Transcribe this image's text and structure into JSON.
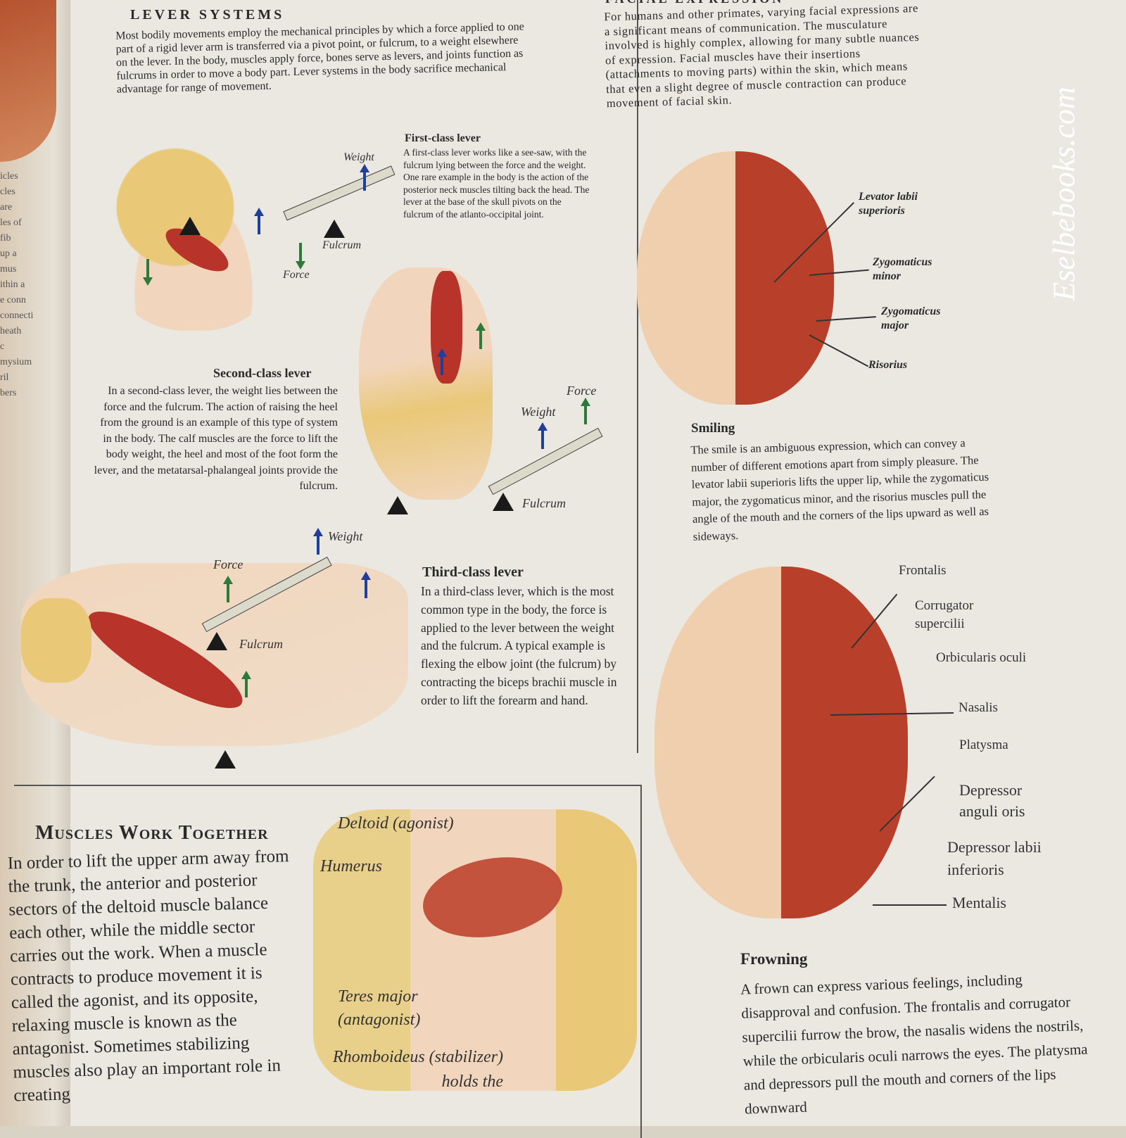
{
  "left_page": {
    "fragment_lines": [
      "icles",
      "cles are",
      "les of fib",
      "up a mus",
      "ithin a",
      "e conn",
      "connecti",
      "heath c",
      "mysium",
      "ril",
      "bers"
    ]
  },
  "lever_systems": {
    "title": "LEVER SYSTEMS",
    "intro": "Most bodily movements employ the mechanical principles by which a force applied to one part of a rigid lever arm is transferred via a pivot point, or fulcrum, to a weight elsewhere on the lever. In the body, muscles apply force, bones serve as levers, and joints function as fulcrums in order to move a body part. Lever systems in the body sacrifice mechanical advantage for range of movement.",
    "first_class": {
      "heading": "First-class lever",
      "text": "A first-class lever works like a see-saw, with the fulcrum lying between the force and the weight. One rare example in the body is the action of the posterior neck muscles tilting back the head. The lever at the base of the skull pivots on the fulcrum of the atlanto-occipital joint.",
      "labels": {
        "weight": "Weight",
        "fulcrum": "Fulcrum",
        "force": "Force"
      }
    },
    "second_class": {
      "heading": "Second-class lever",
      "text": "In a second-class lever, the weight lies between the force and the fulcrum. The action of raising the heel from the ground is an example of this type of system in the body. The calf muscles are the force to lift the body weight, the heel and most of the foot form the lever, and the metatarsal-phalangeal joints provide the fulcrum.",
      "labels": {
        "weight": "Weight",
        "fulcrum": "Fulcrum",
        "force": "Force"
      }
    },
    "third_class": {
      "heading": "Third-class lever",
      "text": "In a third-class lever, which is the most common type in the body, the force is applied to the lever between the weight and the fulcrum. A typical example is flexing the elbow joint (the fulcrum) by contracting the biceps brachii muscle in order to lift the forearm and hand.",
      "labels": {
        "weight": "Weight",
        "fulcrum": "Fulcrum",
        "force": "Force"
      }
    },
    "arrow_colors": {
      "weight": "#1f3f9a",
      "force": "#2e7a3a"
    }
  },
  "facial_expression": {
    "title": "FACIAL EXPRESSION",
    "intro": "For humans and other primates, varying facial expressions are a significant means of communication. The musculature involved is highly complex, allowing for many subtle nuances of expression. Facial muscles have their insertions (attachments to moving parts) within the skin, which means that even a slight degree of muscle contraction can produce movement of facial skin.",
    "smiling": {
      "heading": "Smiling",
      "text": "The smile is an ambiguous expression, which can convey a number of different emotions apart from simply pleasure. The levator labii superioris lifts the upper lip, while the zygomaticus major, the zygomaticus minor, and the risorius muscles pull the angle of the mouth and the corners of the lips upward as well as sideways.",
      "labels": [
        "Levator labii superioris",
        "Zygomaticus minor",
        "Zygomaticus major",
        "Risorius"
      ]
    },
    "frowning": {
      "heading": "Frowning",
      "text": "A frown can express various feelings, including disapproval and confusion. The frontalis and corrugator supercilii furrow the brow, the nasalis widens the nostrils, while the orbicularis oculi narrows the eyes. The platysma and depressors pull the mouth and corners of the lips downward",
      "labels": [
        "Frontalis",
        "Corrugator supercilii",
        "Orbicularis oculi",
        "Nasalis",
        "Platysma",
        "Depressor anguli oris",
        "Depressor labii inferioris",
        "Mentalis"
      ]
    }
  },
  "muscles_work_together": {
    "title": "Muscles Work Together",
    "text": "In order to lift the upper arm away from the trunk, the anterior and posterior sectors of the deltoid muscle balance each other, while the middle sector carries out the work. When a muscle contracts to produce movement it is called the agonist, and its opposite, relaxing muscle is known as the antagonist. Sometimes stabilizing muscles also play an important role in creating",
    "labels": {
      "deltoid": "Deltoid (agonist)",
      "humerus": "Humerus",
      "teres": "Teres major (antagonist)",
      "rhomboideus": "Rhomboideus (stabilizer) holds the"
    }
  },
  "watermark": "Eselbebooks.com"
}
